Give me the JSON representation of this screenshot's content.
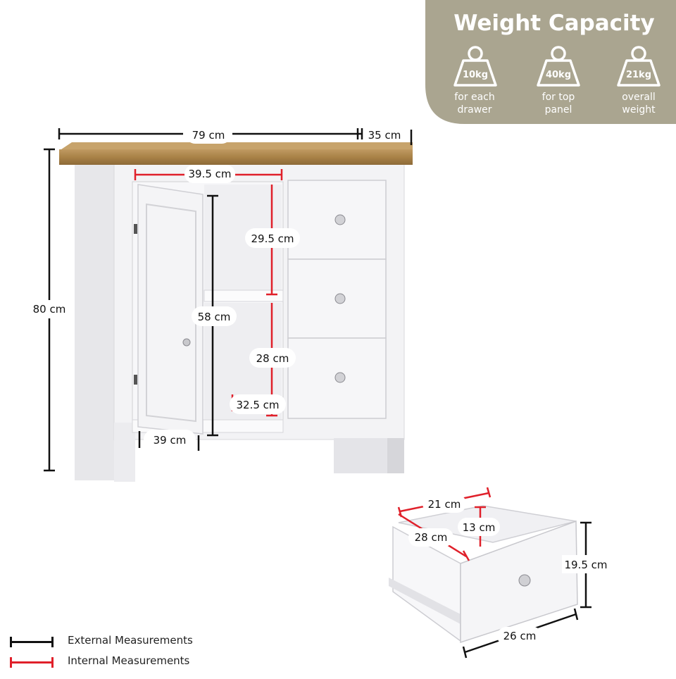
{
  "badge": {
    "title": "Weight Capacity",
    "color": "#aaa590",
    "items": [
      {
        "weight": "10kg",
        "line1": "for each",
        "line2": "drawer"
      },
      {
        "weight": "40kg",
        "line1": "for top",
        "line2": "panel"
      },
      {
        "weight": "21kg",
        "line1": "overall",
        "line2": "weight"
      }
    ]
  },
  "external": {
    "width": "79 cm",
    "depth": "35 cm",
    "height": "80 cm",
    "door_width": "39 cm"
  },
  "internal": {
    "width": "39.5 cm",
    "upper_shelf": "29.5 cm",
    "cabinet_height": "58 cm",
    "lower_shelf": "28 cm",
    "bottom_gap": "32.5 cm"
  },
  "drawer": {
    "inner_width": "21 cm",
    "inner_depth": "28 cm",
    "inner_height": "13 cm",
    "outer_height": "19.5 cm",
    "outer_width": "26 cm"
  },
  "legend": {
    "external_label": "External Measurements",
    "internal_label": "Internal Measurements",
    "external_color": "#111111",
    "internal_color": "#e0202a"
  },
  "colors": {
    "wood": "#b08a55",
    "cabinet": "#f2f2f4"
  }
}
